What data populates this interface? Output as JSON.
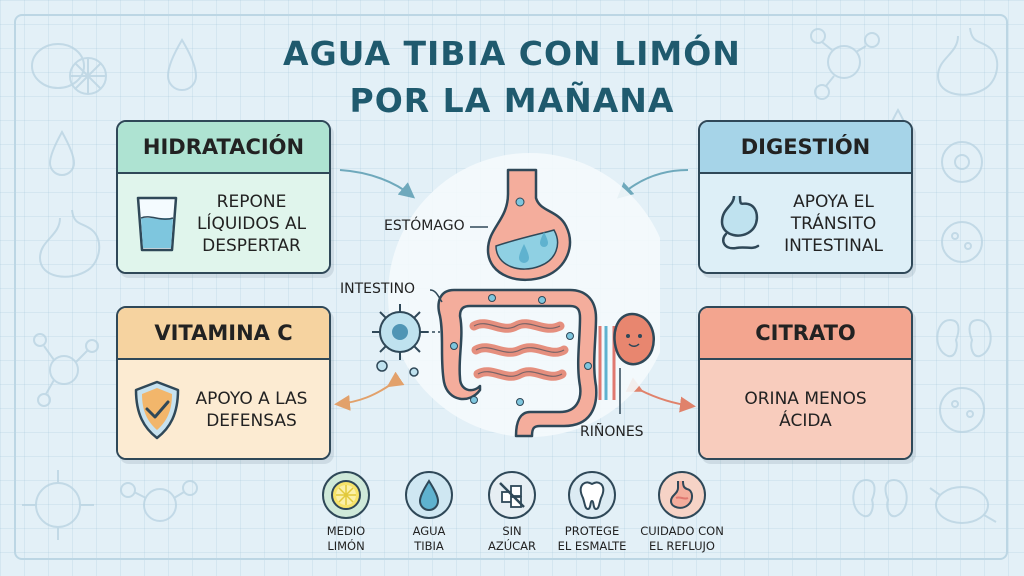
{
  "title": "AGUA TIBIA CON LIMÓN\nPOR LA MAÑANA",
  "colors": {
    "title": "#1f5a6e",
    "outline": "#2f4858",
    "hidratacion": "#aee3d2",
    "digestion": "#a6d4e8",
    "vitamina": "#f6d3a0",
    "citrato": "#f3a58f"
  },
  "cards": {
    "hidratacion": {
      "title": "HIDRATACIÓN",
      "text": "REPONE\nLÍQUIDOS AL\nDESPERTAR",
      "icon": "water-glass-icon"
    },
    "digestion": {
      "title": "DIGESTIÓN",
      "text": "APOYA EL\nTRÁNSITO\nINTESTINAL",
      "icon": "stomach-icon"
    },
    "vitamina_c": {
      "title": "VITAMINA C",
      "text": "APOYO A LAS\nDEFENSAS",
      "icon": "shield-check-icon"
    },
    "citrato": {
      "title": "CITRATO",
      "text": "ORINA MENOS\nÁCIDA"
    }
  },
  "labels": {
    "estomago": "ESTÓMAGO",
    "intestino": "INTESTINO",
    "rinones": "RIÑONES"
  },
  "bottom": [
    {
      "label": "MEDIO\nLIMÓN",
      "icon": "lemon-icon"
    },
    {
      "label": "AGUA\nTIBIA",
      "icon": "water-drop-icon"
    },
    {
      "label": "SIN\nAZÚCAR",
      "icon": "no-sugar-icon"
    },
    {
      "label": "PROTEGE\nEL ESMALTE",
      "icon": "tooth-icon"
    },
    {
      "label": "CUIDADO CON\nEL REFLUJO",
      "icon": "reflux-stomach-icon"
    }
  ]
}
